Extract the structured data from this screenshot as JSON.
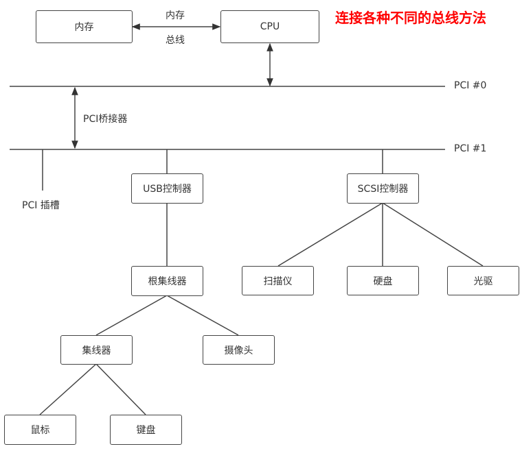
{
  "title": "连接各种不同的总线方法",
  "colors": {
    "title": "#ff0000",
    "line": "#444444",
    "text": "#333333"
  },
  "nodes": {
    "memory": "内存",
    "cpu": "CPU",
    "usb_controller": "USB控制器",
    "scsi_controller": "SCSI控制器",
    "root_hub": "根集线器",
    "scanner": "扫描仪",
    "hard_disk": "硬盘",
    "optical_drive": "光驱",
    "hub": "集线器",
    "camera": "摄像头",
    "mouse": "鼠标",
    "keyboard": "键盘"
  },
  "labels": {
    "memory_bus_top": "内存",
    "memory_bus_bottom": "总线",
    "pci0": "PCI #0",
    "pci1": "PCI #1",
    "pci_bridge": "PCI桥接器",
    "pci_slot": "PCI 插槽"
  },
  "edges": [
    [
      "memory",
      "cpu"
    ],
    [
      "cpu",
      "pci0"
    ],
    [
      "pci0",
      "pci1"
    ],
    [
      "pci1",
      "pci_slot"
    ],
    [
      "pci1",
      "usb_controller"
    ],
    [
      "pci1",
      "scsi_controller"
    ],
    [
      "usb_controller",
      "root_hub"
    ],
    [
      "root_hub",
      "hub"
    ],
    [
      "root_hub",
      "camera"
    ],
    [
      "hub",
      "mouse"
    ],
    [
      "hub",
      "keyboard"
    ],
    [
      "scsi_controller",
      "scanner"
    ],
    [
      "scsi_controller",
      "hard_disk"
    ],
    [
      "scsi_controller",
      "optical_drive"
    ]
  ]
}
